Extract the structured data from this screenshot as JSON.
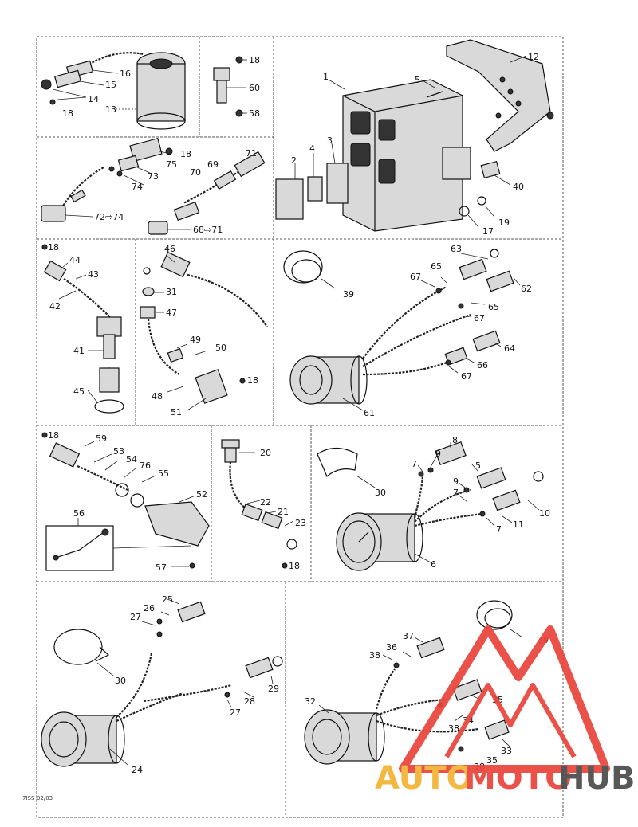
{
  "labels": {
    "l1": "1",
    "l2": "2",
    "l3": "3",
    "l4": "4",
    "l5": "5",
    "l12": "12",
    "l13": "13",
    "l14": "14",
    "l15": "15",
    "l16": "16",
    "l18a": "18",
    "l18b": "18",
    "l60": "60",
    "l58": "58",
    "l18c": "18",
    "l75": "75",
    "l73": "73",
    "l74": "74",
    "l72_74": "72⇨74",
    "l71": "71",
    "l70": "70",
    "l69": "69",
    "l68_71": "68⇨71",
    "l40": "40",
    "l19": "19",
    "l17": "17",
    "l18d": "18",
    "l44": "44",
    "l43": "43",
    "l42": "42",
    "l41": "41",
    "l45": "45",
    "l46": "46",
    "l31": "31",
    "l47": "47",
    "l49": "49",
    "l50": "50",
    "l48": "48",
    "l51": "51",
    "l18e": "18",
    "l39a": "39",
    "l63": "63",
    "l65a": "65",
    "l67a": "67",
    "l62": "62",
    "l65b": "65",
    "l67b": "67",
    "l64": "64",
    "l66": "66",
    "l67c": "67",
    "l61": "61",
    "l18f": "18",
    "l59": "59",
    "l53": "53",
    "l54": "54",
    "l76": "76",
    "l55": "55",
    "l52": "52",
    "l56": "56",
    "l57": "57",
    "l20": "20",
    "l22": "22",
    "l21": "21",
    "l23": "23",
    "l18g": "18",
    "l8": "8",
    "l9a": "9",
    "l7a": "7",
    "l5b": "5",
    "l9b": "9",
    "l7b": "7",
    "l30a": "30",
    "l10": "10",
    "l11": "11",
    "l7c": "7",
    "l6": "6",
    "l25": "25",
    "l27a": "27",
    "l26": "26",
    "l30b": "30",
    "l29": "29",
    "l28": "28",
    "l27b": "27",
    "l24": "24",
    "l39b": "39",
    "l37": "37",
    "l36": "36",
    "l38a": "38",
    "l35a": "35",
    "l32": "32",
    "l34": "34",
    "l38b": "38",
    "l33": "33",
    "l35b": "35",
    "l38c": "38"
  },
  "footer_code": "7ISS-02/03",
  "watermark": {
    "text_auto": "AUTO",
    "text_moto": "MOTO",
    "text_hub": "HUB",
    "color_auto": "#f2b233",
    "color_moto": "#e9443a",
    "color_hub": "#4a4a4a"
  }
}
